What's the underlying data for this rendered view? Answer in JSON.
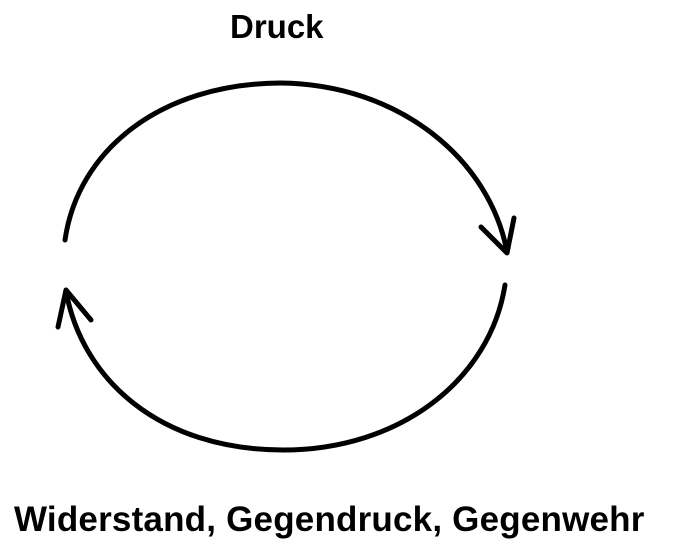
{
  "diagram": {
    "title": "Druck",
    "bottom_label": "Widerstand, Gegendruck, Gegenwehr",
    "cycle": [
      {
        "from": "Druck",
        "direction": "clockwise",
        "part": "top-arc"
      },
      {
        "from": "Widerstand, Gegendruck, Gegenwehr",
        "direction": "clockwise",
        "part": "bottom-arc"
      }
    ],
    "colors": {
      "stroke": "#000000",
      "background": "#ffffff",
      "text": "#000000"
    }
  }
}
